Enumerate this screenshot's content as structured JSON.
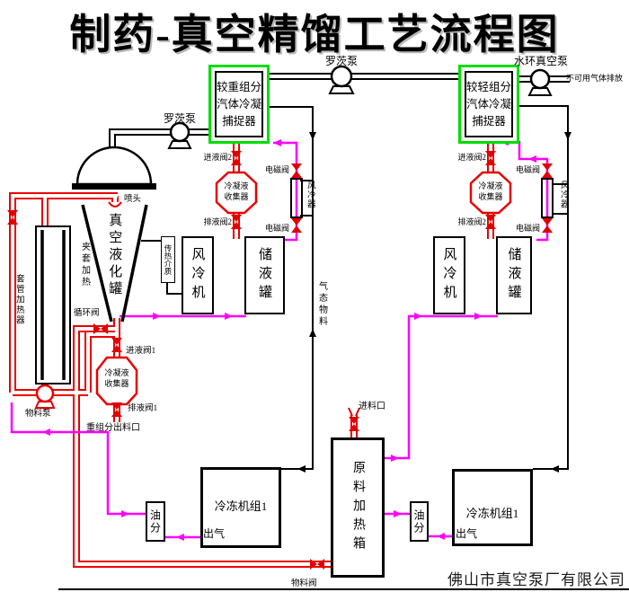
{
  "title": "制药-真空精馏工艺流程图",
  "company": "佛山市真空泵厂有限公司",
  "colors": {
    "pipe_red": "#e80000",
    "pipe_magenta": "#ff00ff",
    "trap_green": "#00dd00",
    "line_black": "#000000"
  },
  "pumps": {
    "roots": "罗茨泵",
    "water_ring": "水环真空泵",
    "material": "物料泵"
  },
  "traps": {
    "left": {
      "line1": "较重组分",
      "line2": "汽体冷凝",
      "line3": "捕捉器"
    },
    "right": {
      "line1": "较轻组分",
      "line2": "汽体冷凝",
      "line3": "捕捉器"
    }
  },
  "collector": {
    "line1": "冷凝液",
    "line2": "收集器"
  },
  "valves": {
    "inlet1": "进液阀1",
    "drain1": "排液阀1",
    "inlet2": "进液阀2",
    "drain2": "排液阀2",
    "solenoid": "电磁阀",
    "circulation": "循环阀",
    "material": "物料阀"
  },
  "equipment": {
    "vacuum_tank": "真空液化罐",
    "jacket": "夹套加热",
    "sleeve_heater": "套管加热器",
    "heat_medium": "传热介质",
    "air_cooler": "风冷机",
    "small_cooler": "风冷器",
    "storage_tank": "储液罐",
    "feed_heater": "原料加热箱",
    "chiller": "冷冻机组1",
    "oil_sep": "油分"
  },
  "labels": {
    "exhaust": "不可用气体排放",
    "gas_material": "气态物料",
    "heavy_outlet": "重组分出料口",
    "feed_inlet": "进料口",
    "gas_out": "出气",
    "spray": "喷头"
  }
}
